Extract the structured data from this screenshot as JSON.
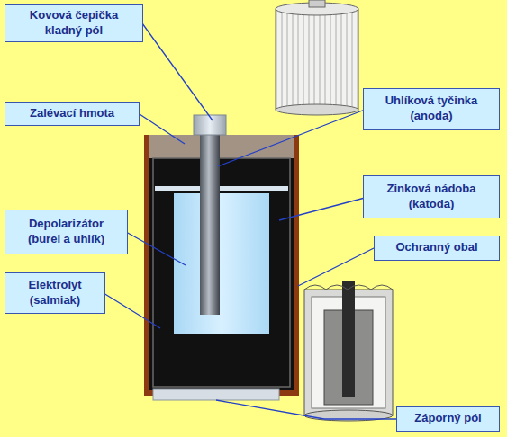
{
  "diagram": {
    "nodes": [
      {
        "text": [
          "Kovová čepička kladný pól"
        ]
      },
      {
        "text": [
          "Uhlíková tyčinka (anoda)"
        ]
      },
      {
        "text": [
          "Zalévací hmota"
        ]
      },
      {
        "text": [
          "Zinková nádoba (katoda)"
        ]
      },
      {
        "text": [
          "Depolarizátor (burel a uhlík)"
        ]
      },
      {
        "text": [
          "Ochranný obal"
        ]
      },
      {
        "text": [
          "Elektrolyt (salmiak)"
        ]
      },
      {
        "text": [
          "Záporný pól"
        ]
      }
    ]
  }
}
